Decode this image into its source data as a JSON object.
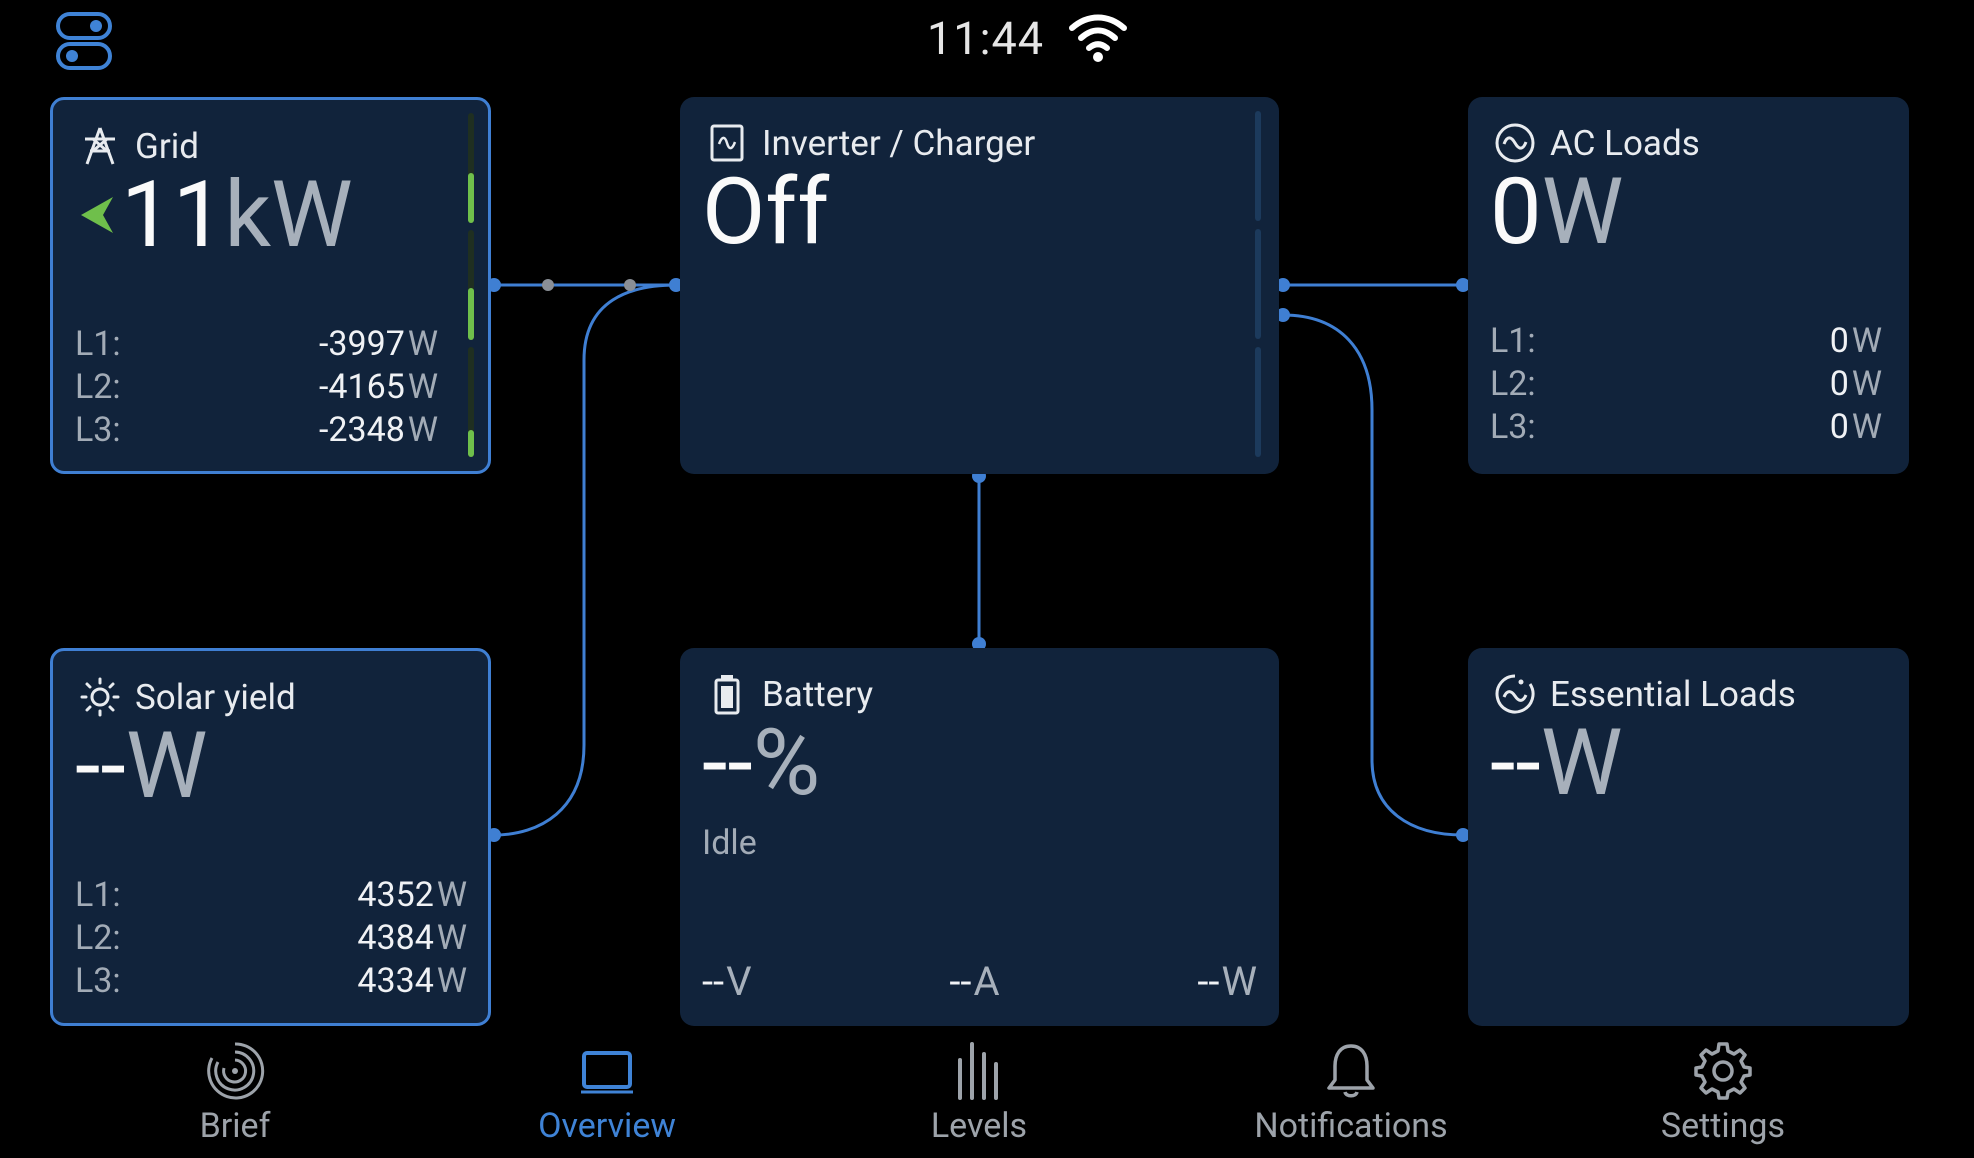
{
  "status": {
    "time": "11:44",
    "toggle_icon": "panel-toggle-icon",
    "wifi_icon": "wifi-icon"
  },
  "grid": {
    "title": "Grid",
    "icon": "power-pylon-icon",
    "value": "11",
    "unit": "kW",
    "direction_icon": "arrow-left-icon",
    "phases": [
      {
        "label": "L1:",
        "value": "-3997",
        "unit": "W"
      },
      {
        "label": "L2:",
        "value": "-4165",
        "unit": "W"
      },
      {
        "label": "L3:",
        "value": "-2348",
        "unit": "W"
      }
    ]
  },
  "inverter": {
    "title": "Inverter / Charger",
    "icon": "inverter-icon",
    "state": "Off"
  },
  "ac_loads": {
    "title": "AC Loads",
    "icon": "ac-wave-icon",
    "value": "0",
    "unit": "W",
    "phases": [
      {
        "label": "L1:",
        "value": "0",
        "unit": "W"
      },
      {
        "label": "L2:",
        "value": "0",
        "unit": "W"
      },
      {
        "label": "L3:",
        "value": "0",
        "unit": "W"
      }
    ]
  },
  "solar": {
    "title": "Solar yield",
    "icon": "sun-icon",
    "value": "--",
    "unit": "W",
    "phases": [
      {
        "label": "L1:",
        "value": "4352",
        "unit": "W"
      },
      {
        "label": "L2:",
        "value": "4384",
        "unit": "W"
      },
      {
        "label": "L3:",
        "value": "4334",
        "unit": "W"
      }
    ]
  },
  "battery": {
    "title": "Battery",
    "icon": "battery-icon",
    "value": "--",
    "unit": "%",
    "status": "Idle",
    "voltage": "--",
    "voltage_unit": "V",
    "current": "--",
    "current_unit": "A",
    "power": "--",
    "power_unit": "W"
  },
  "essential_loads": {
    "title": "Essential Loads",
    "icon": "essential-loads-icon",
    "value": "--",
    "unit": "W"
  },
  "nav": [
    {
      "label": "Brief",
      "icon": "brief-rings-icon",
      "active": false
    },
    {
      "label": "Overview",
      "icon": "overview-tablet-icon",
      "active": true
    },
    {
      "label": "Levels",
      "icon": "levels-bars-icon",
      "active": false
    },
    {
      "label": "Notifications",
      "icon": "bell-icon",
      "active": false
    },
    {
      "label": "Settings",
      "icon": "gear-icon",
      "active": false
    }
  ],
  "colors": {
    "background": "#000000",
    "card": "#11233b",
    "accent": "#3f83d6",
    "meter_active": "#6fbf4b",
    "text_secondary": "#a2abb6"
  }
}
